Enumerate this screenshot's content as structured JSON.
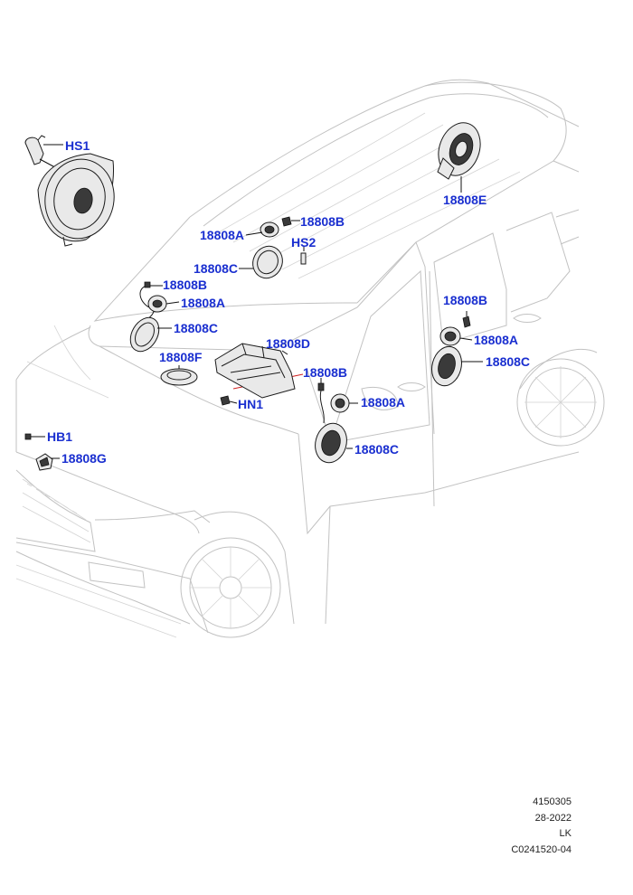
{
  "callouts": {
    "hs1": "HS1",
    "e": "18808E",
    "a_roof": "18808A",
    "b_roof": "18808B",
    "hs2": "HS2",
    "c_roof": "18808C",
    "b_left": "18808B",
    "a_left": "18808A",
    "c_left": "18808C",
    "d": "18808D",
    "f": "18808F",
    "hn1": "HN1",
    "b_rdoor": "18808B",
    "a_rdoor": "18808A",
    "c_rdoor": "18808C",
    "b_fdoor": "18808B",
    "a_fdoor": "18808A",
    "c_fdoor": "18808C",
    "hb1": "HB1",
    "g": "18808G"
  },
  "footer": {
    "line1": "4150305",
    "line2": "28-2022",
    "line3": "LK",
    "line4": "C0241520-04"
  },
  "colors": {
    "callout": "#1a2fd0",
    "outline": "#c2c2c2",
    "part": "#1b1b1b",
    "harness_red": "#d02020"
  }
}
